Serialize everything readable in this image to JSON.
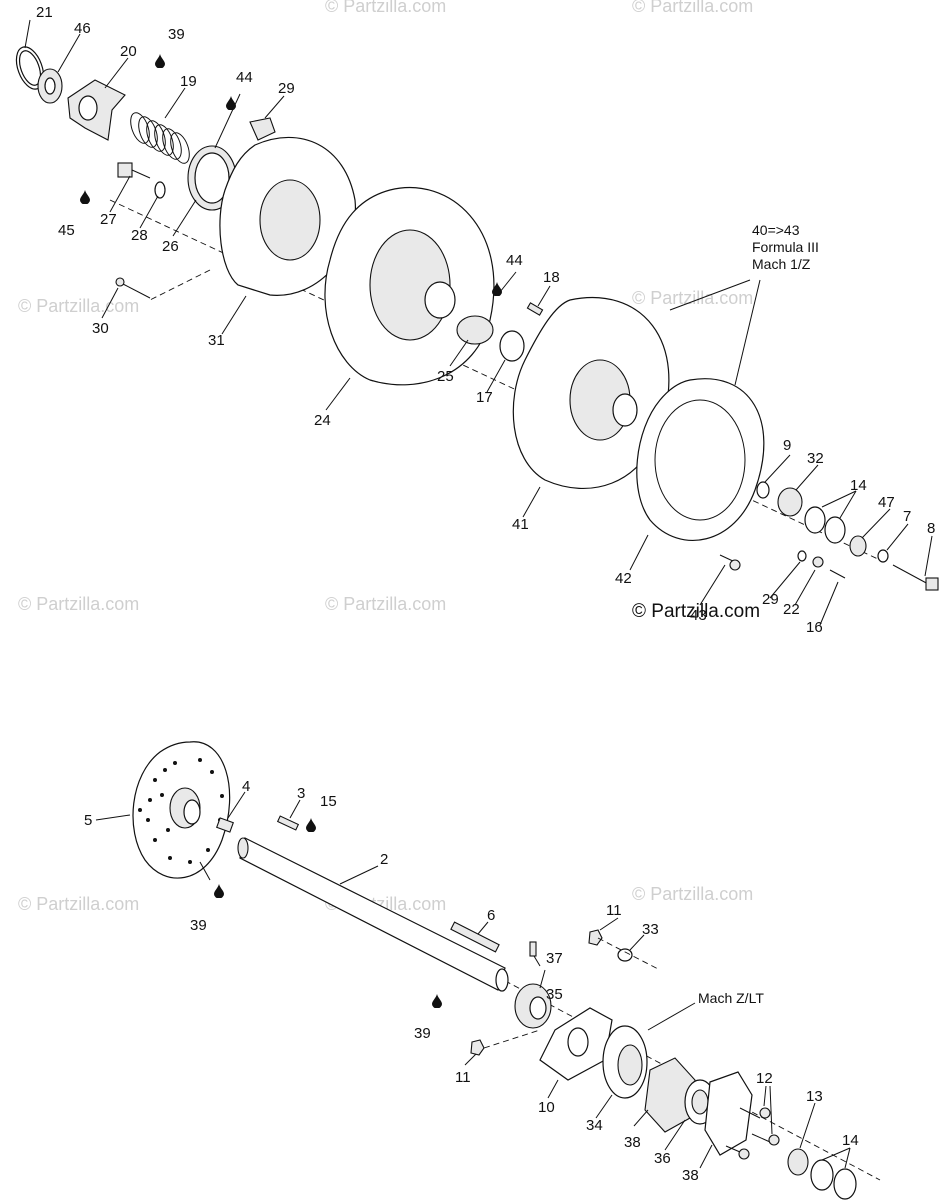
{
  "watermark": {
    "text": "© Partzilla.com",
    "main_text": "© Partzilla.com"
  },
  "notes": {
    "top_line1": "40=>43",
    "top_line2": "Formula III",
    "top_line3": "Mach 1/Z",
    "bottom": "Mach Z/LT"
  },
  "callouts": {
    "c21": "21",
    "c46": "46",
    "c20": "20",
    "c39a": "39",
    "c19": "19",
    "c44a": "44",
    "c29": "29",
    "c45": "45",
    "c27": "27",
    "c28": "28",
    "c26": "26",
    "c30": "30",
    "c31": "31",
    "c24": "24",
    "c44b": "44",
    "c18": "18",
    "c25": "25",
    "c17": "17",
    "c41": "41",
    "c9": "9",
    "c32": "32",
    "c14a": "14",
    "c47": "47",
    "c7": "7",
    "c8": "8",
    "c42": "42",
    "c43": "43",
    "c29b": "29",
    "c22": "22",
    "c16": "16",
    "c5": "5",
    "c4": "4",
    "c3": "3",
    "c15": "15",
    "c39b": "39",
    "c2": "2",
    "c6": "6",
    "c37": "37",
    "c11a": "11",
    "c33": "33",
    "c35": "35",
    "c39c": "39",
    "c11b": "11",
    "c10": "10",
    "c34": "34",
    "c38a": "38",
    "c36": "36",
    "c38b": "38",
    "c12": "12",
    "c13": "13",
    "c14b": "14"
  },
  "icons": [
    "oil-drop-icon"
  ]
}
